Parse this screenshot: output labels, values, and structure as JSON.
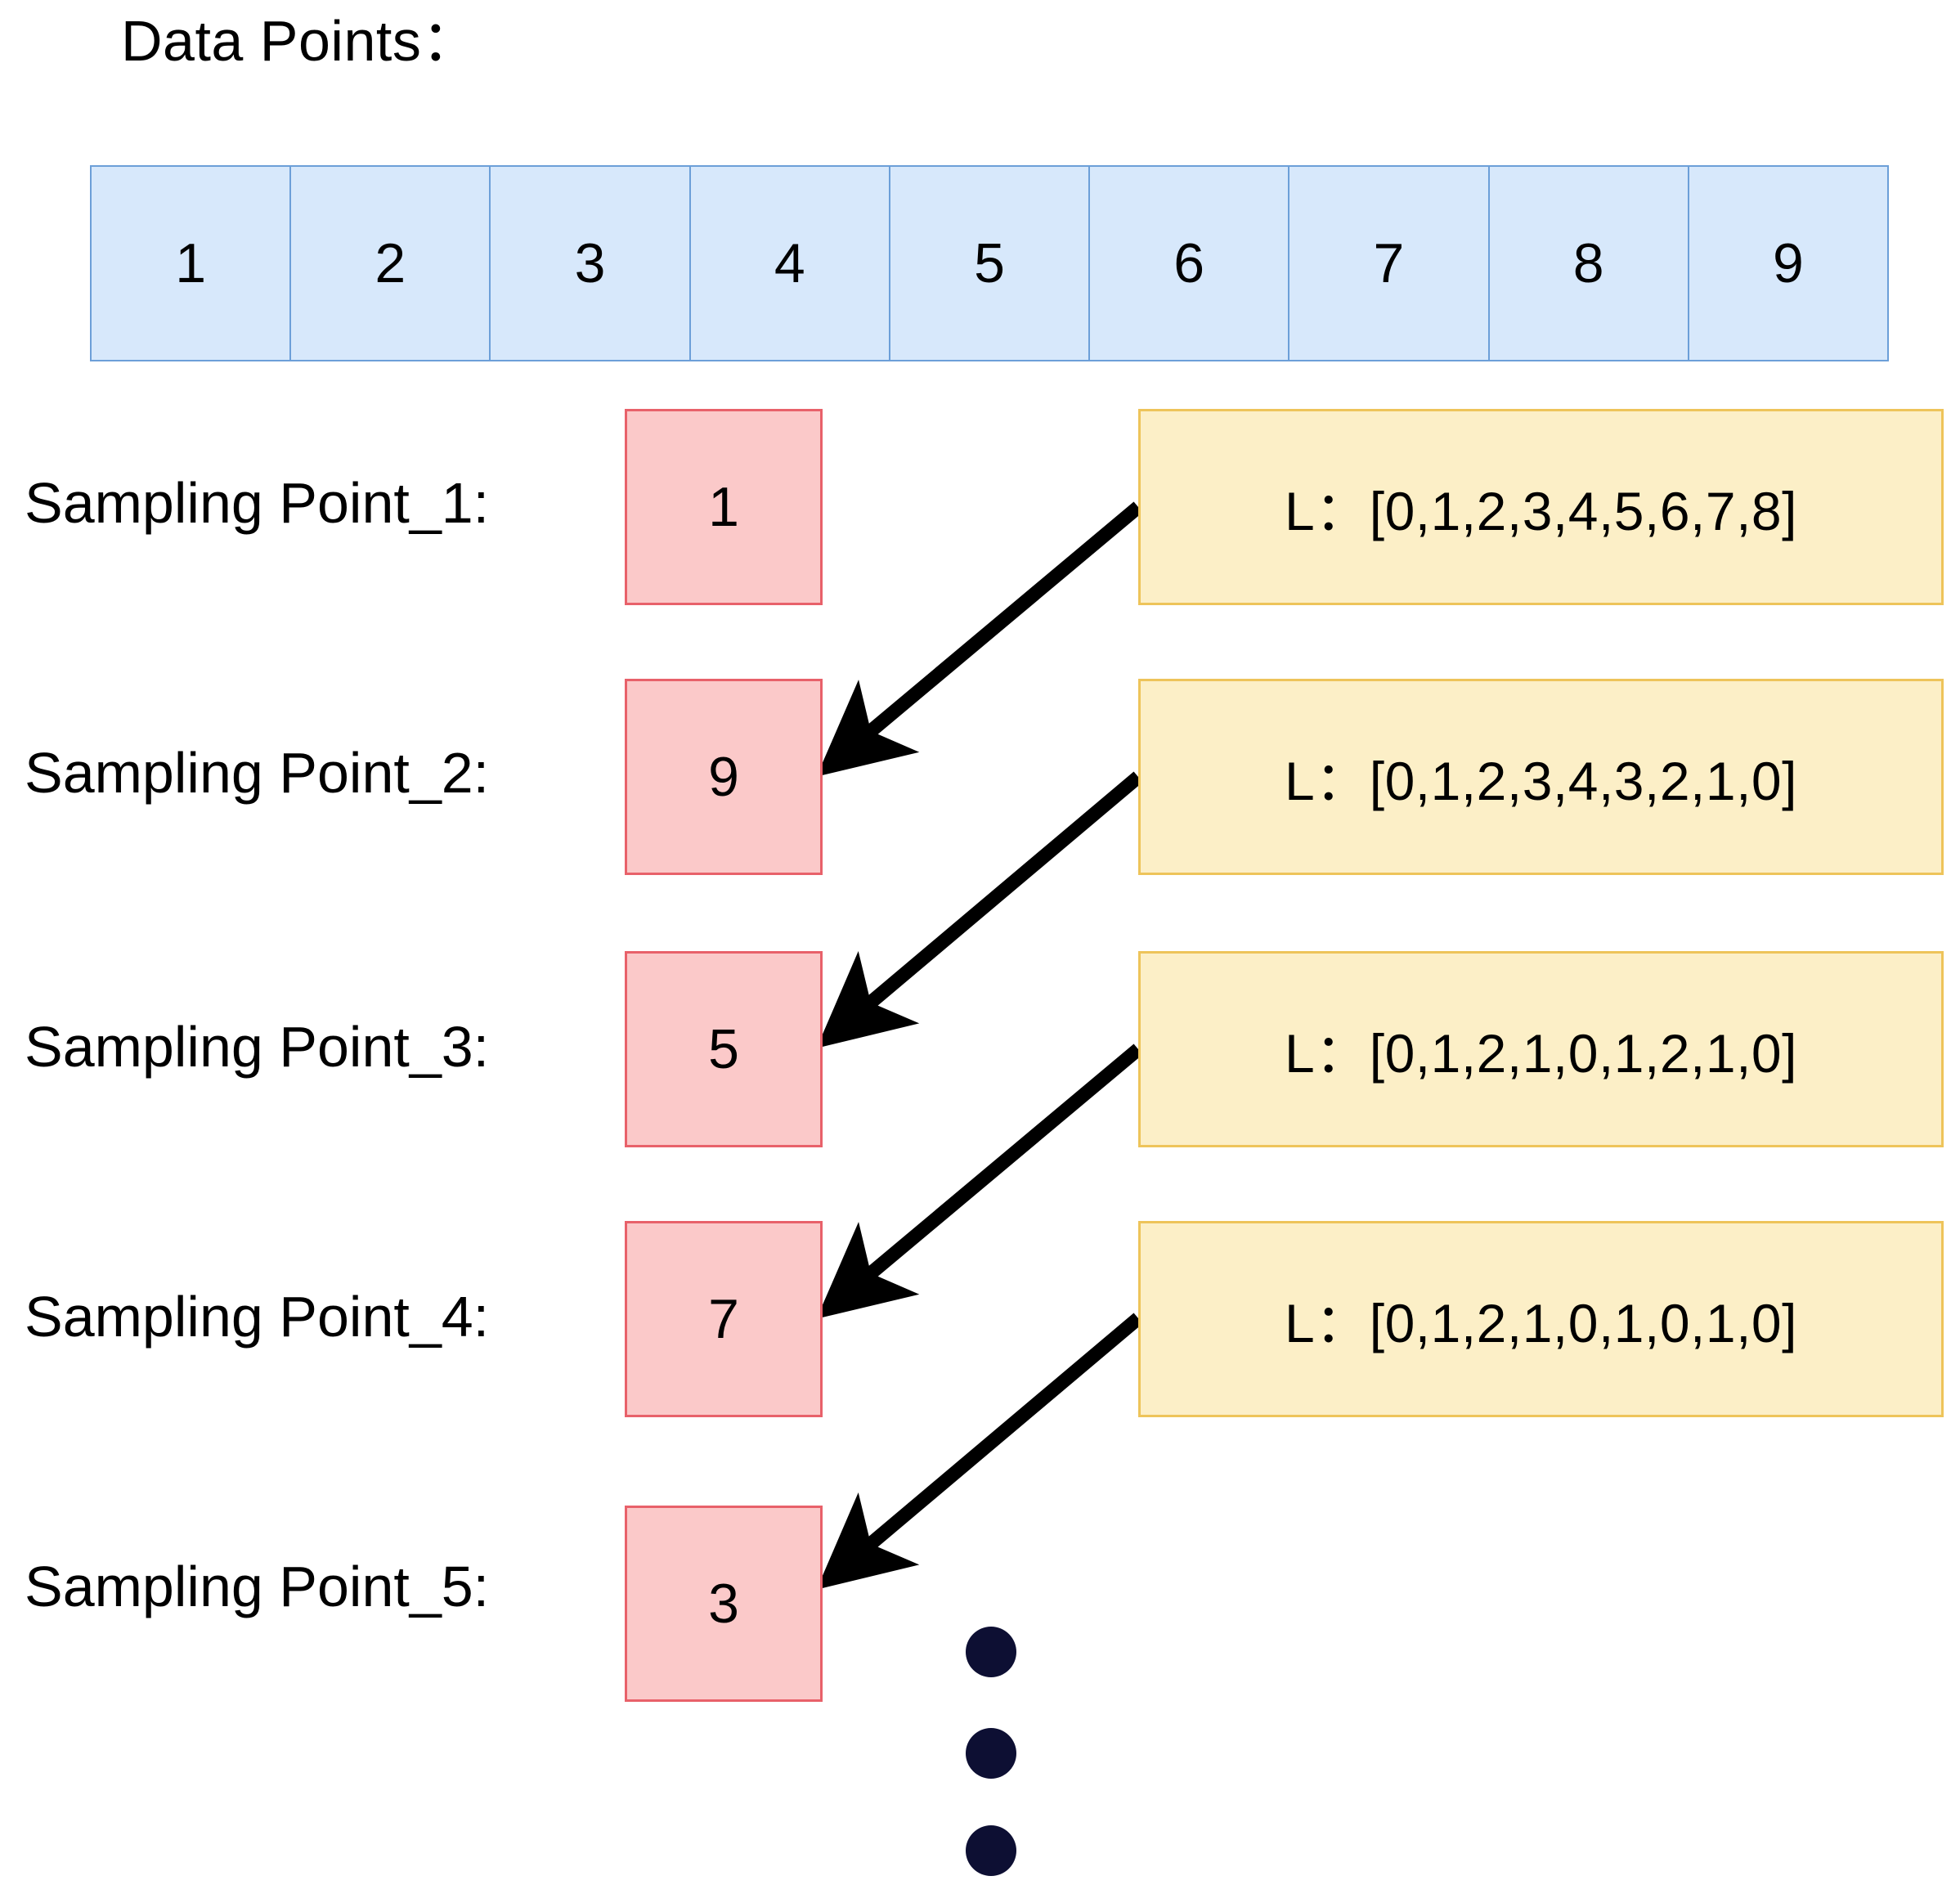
{
  "diagram": {
    "title": "Data Points：",
    "background_color": "#ffffff"
  },
  "data_points": {
    "label": "Data Points：",
    "cell_fill": "#d7e8fb",
    "cell_border": "#6c9fd8",
    "values": [
      "1",
      "2",
      "3",
      "4",
      "5",
      "6",
      "7",
      "8",
      "9"
    ]
  },
  "sampling_rows": [
    {
      "label": "Sampling Point_1:",
      "value": "1",
      "l_text": "L：[0,1,2,3,4,5,6,7,8]"
    },
    {
      "label": "Sampling Point_2:",
      "value": "9",
      "l_text": "L：[0,1,2,3,4,3,2,1,0]"
    },
    {
      "label": "Sampling Point_3:",
      "value": "5",
      "l_text": "L：[0,1,2,1,0,1,2,1,0]"
    },
    {
      "label": "Sampling Point_4:",
      "value": "7",
      "l_text": "L：[0,1,2,1,0,1,0,1,0]"
    },
    {
      "label": "Sampling Point_5:",
      "value": "3",
      "l_text": null
    }
  ],
  "colors": {
    "sample_box_fill": "#fbc9c9",
    "sample_box_border": "#e8616a",
    "l_box_fill": "#fcefc7",
    "l_box_border": "#eec45a",
    "arrow": "#000000",
    "dot": "#0d0f33"
  },
  "ellipsis": {
    "dot_count": 3
  }
}
